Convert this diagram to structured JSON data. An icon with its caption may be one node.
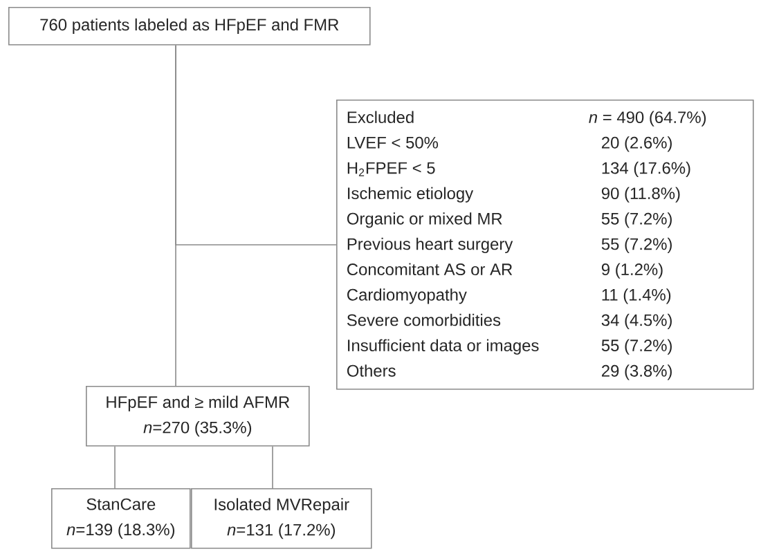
{
  "diagram": {
    "nodes": [
      {
        "text": [
          "760 patients labeled as HFpEF and FMR"
        ]
      },
      {
        "text": [
          "Excluded",
          "*n* = 490 (64.7%)",
          "LVEF < 50%",
          "20 (2.6%)",
          "H$_{2}$FPEF < 5",
          "134 (17.6%)",
          "Ischemic etiology",
          "90 (11.8%)",
          "Organic or mixed MR",
          "55 (7.2%)",
          "Previous heart surgery",
          "55 (7.2%)",
          "Concomitant AS or AR",
          "9 (1.2%)",
          "Cardiomyopathy",
          "11 (1.4%)",
          "Severe comorbidities",
          "34 (4.5%)",
          "Insufficient data or images",
          "55 (7.2%)",
          "Others",
          "29 (3.8%)"
        ]
      },
      {
        "text": [
          "HFpEF and ≥ mild AFMR",
          "*n*=270 (35.3%)"
        ]
      },
      {
        "text": [
          "StanCare",
          "*n*=139 (18.3%)"
        ]
      },
      {
        "text": [
          "Isolated MVRepair",
          "*n*=131 (17.2%)"
        ]
      }
    ],
    "edges": [
      {
        "from": 0,
        "to": 2,
        "arrow": "none"
      },
      {
        "from": 0,
        "to": 1,
        "arrow": "none"
      },
      {
        "from": 2,
        "to": 3,
        "arrow": "none"
      },
      {
        "from": 2,
        "to": 4,
        "arrow": "none"
      }
    ]
  }
}
